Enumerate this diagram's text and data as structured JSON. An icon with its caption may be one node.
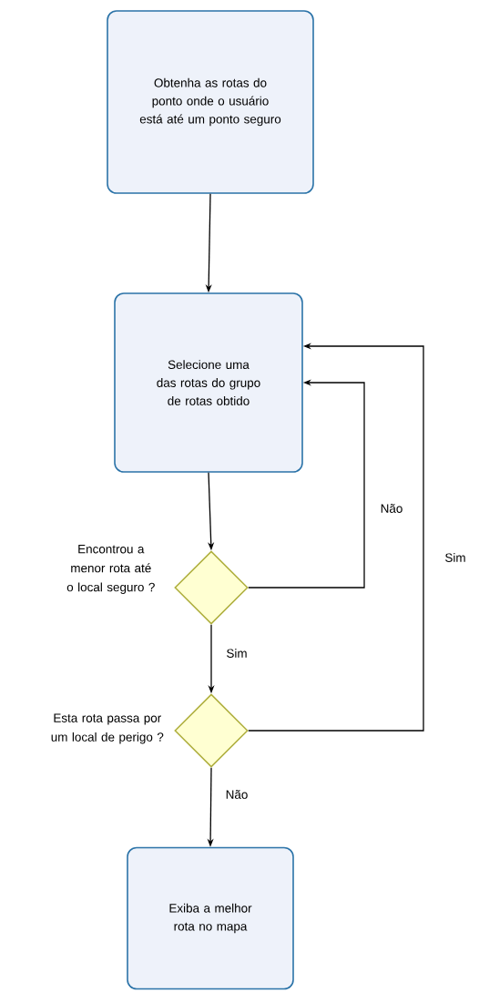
{
  "diagram": {
    "nodes": [
      {
        "text": [
          "Obtenha as rotas do ponto onde o usuário está até um ponto seguro"
        ]
      },
      {
        "text": [
          "Selecione uma das rotas do grupo de rotas obtido"
        ]
      },
      {
        "text": [],
        "shape": "diamond",
        "beside": [
          "Encontrou a menor rota até o local seguro ?"
        ]
      },
      {
        "text": [],
        "shape": "diamond",
        "beside": [
          "Esta rota passa por um local de perigo ?"
        ]
      },
      {
        "text": [
          "Exiba a melhor rota no mapa"
        ]
      }
    ],
    "edges": [
      {
        "from": 0,
        "to": 1,
        "arrow": "to"
      },
      {
        "from": 1,
        "to": 2,
        "arrow": "to"
      },
      {
        "from": 2,
        "to": 1,
        "arrow": "to",
        "label": "Não"
      },
      {
        "from": 2,
        "to": 3,
        "arrow": "to",
        "label": "Sim"
      },
      {
        "from": 3,
        "to": 1,
        "arrow": "to",
        "label": "Sim"
      },
      {
        "from": 3,
        "to": 4,
        "arrow": "to",
        "label": "Não"
      }
    ]
  }
}
